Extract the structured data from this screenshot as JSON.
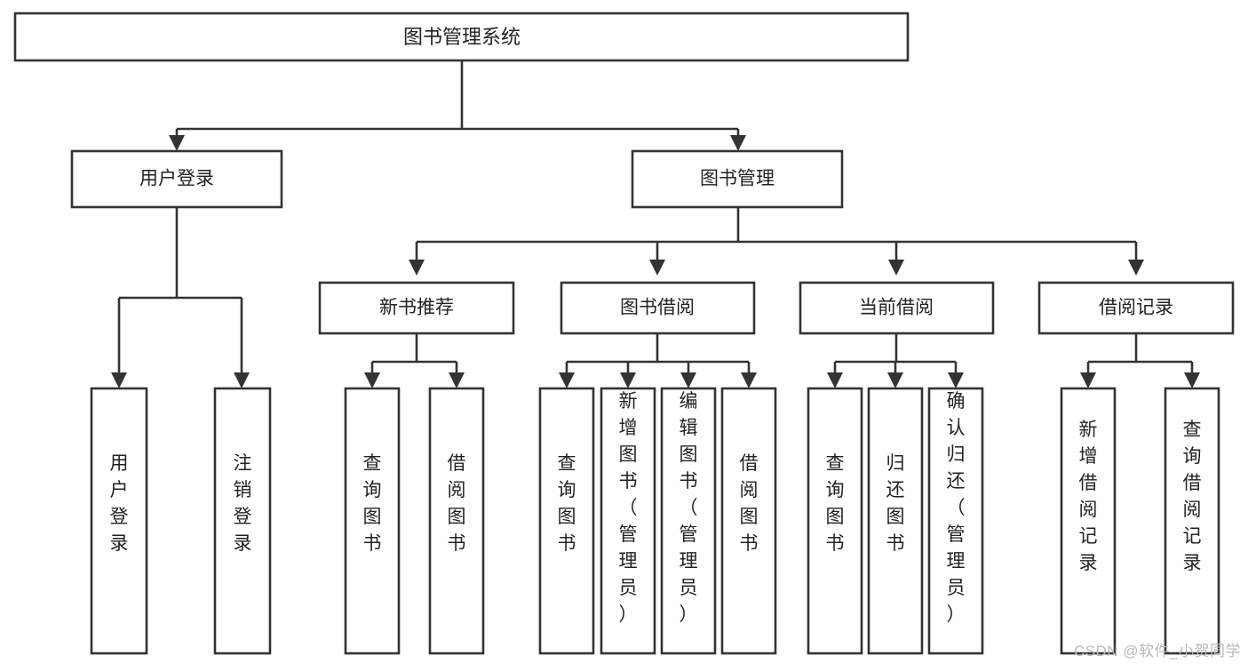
{
  "diagram": {
    "type": "tree-hierarchy-chart",
    "title": "图书管理系统",
    "watermark": "CSDN @软件_小贺同学",
    "colors": {
      "background": "#ffffff",
      "box_fill": "#ffffff",
      "box_stroke": "#333333",
      "text": "#222222",
      "watermark": "#b9b9b9"
    },
    "levels": {
      "root": {
        "label": "图书管理系统"
      },
      "level2": [
        {
          "label": "用户登录"
        },
        {
          "label": "图书管理"
        }
      ],
      "level3": [
        {
          "label": "新书推荐"
        },
        {
          "label": "图书借阅"
        },
        {
          "label": "当前借阅"
        },
        {
          "label": "借阅记录"
        }
      ]
    },
    "leaves": {
      "user_login": [
        {
          "label": "用户登录"
        },
        {
          "label": "注销登录"
        }
      ],
      "new_book_recommend": [
        {
          "label": "查询图书"
        },
        {
          "label": "借阅图书"
        }
      ],
      "book_borrow": [
        {
          "label": "查询图书"
        },
        {
          "label": "新增图书（管理员）"
        },
        {
          "label": "编辑图书（管理员）"
        },
        {
          "label": "借阅图书"
        }
      ],
      "current_borrow": [
        {
          "label": "查询图书"
        },
        {
          "label": "归还图书"
        },
        {
          "label": "确认归还（管理员）"
        }
      ],
      "borrow_record": [
        {
          "label": "新增借阅记录"
        },
        {
          "label": "查询借阅记录"
        }
      ]
    }
  }
}
